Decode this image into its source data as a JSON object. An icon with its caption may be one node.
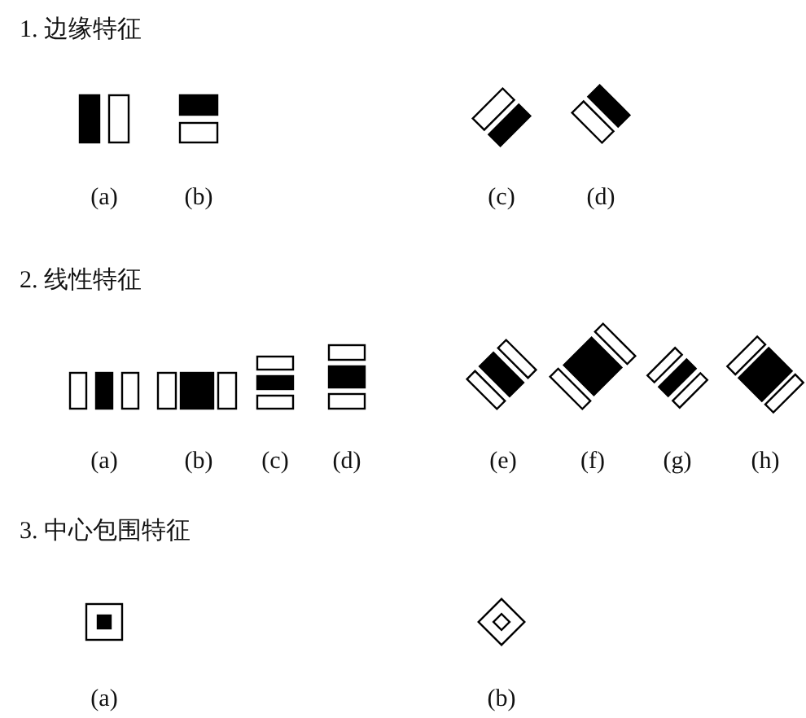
{
  "diagram": {
    "labels": [
      "1. 边缘特征",
      "(a)",
      "(b)",
      "(c)",
      "(d)",
      "2. 线性特征",
      "(a)",
      "(b)",
      "(c)",
      "(d)",
      "(e)",
      "(f)",
      "(g)",
      "(h)",
      "3. 中心包围特征",
      "(a)",
      "(b)"
    ]
  }
}
